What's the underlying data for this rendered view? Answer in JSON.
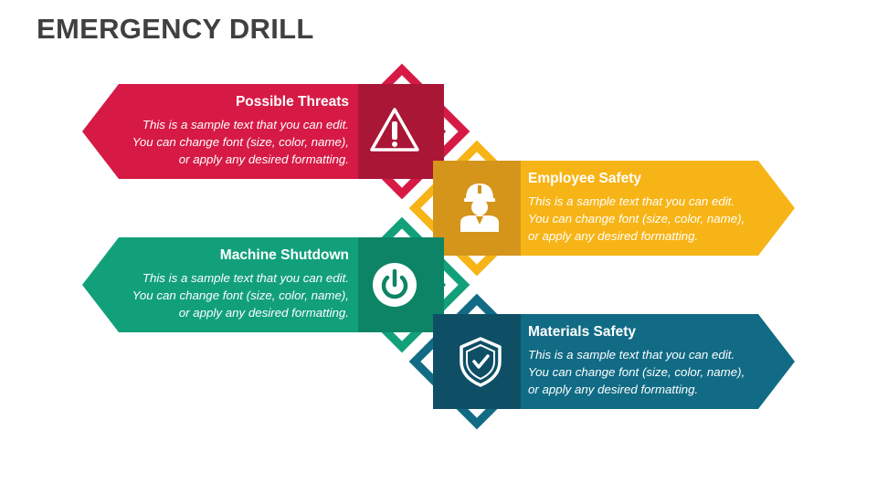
{
  "title": "EMERGENCY DRILL",
  "colors": {
    "threats_main": "#D61A45",
    "threats_dark": "#AA1636",
    "employee_main": "#F7B416",
    "employee_dark": "#D4951A",
    "machine_main": "#12A07B",
    "machine_dark": "#0D8465",
    "materials_main": "#116B85",
    "materials_dark": "#0E4F66"
  },
  "items": [
    {
      "id": "possible-threats",
      "heading": "Possible Threats",
      "lines": [
        "This is a sample text that you can edit.",
        "You can change font (size, color, name),",
        "or apply any desired formatting."
      ],
      "icon": "warning-icon"
    },
    {
      "id": "employee-safety",
      "heading": "Employee Safety",
      "lines": [
        "This is a sample text that you can edit.",
        "You can change font (size, color, name),",
        "or apply any desired formatting."
      ],
      "icon": "worker-icon"
    },
    {
      "id": "machine-shutdown",
      "heading": "Machine Shutdown",
      "lines": [
        "This is a sample text that you can edit.",
        "You can change font (size, color, name),",
        "or apply any desired formatting."
      ],
      "icon": "power-icon"
    },
    {
      "id": "materials-safety",
      "heading": "Materials Safety",
      "lines": [
        "This is a sample text that you can edit.",
        "You can change font (size, color, name),",
        "or apply any desired formatting."
      ],
      "icon": "shield-check-icon"
    }
  ]
}
